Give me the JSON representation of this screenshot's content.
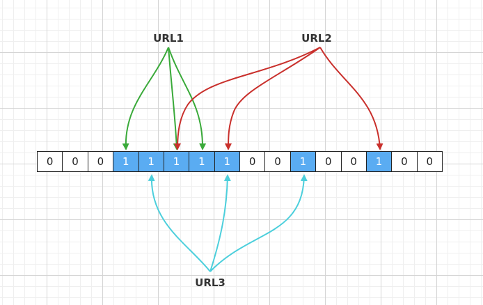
{
  "bits": [
    "0",
    "0",
    "0",
    "1",
    "1",
    "1",
    "1",
    "1",
    "0",
    "0",
    "1",
    "0",
    "0",
    "1",
    "0",
    "0"
  ],
  "labels": {
    "url1": "URL1",
    "url2": "URL2",
    "url3": "URL3"
  },
  "colors": {
    "set_cell": "#5aacf2",
    "url1_arrow": "#3aaa3a",
    "url2_arrow": "#c9302c",
    "url3_arrow": "#4ccfdc"
  }
}
